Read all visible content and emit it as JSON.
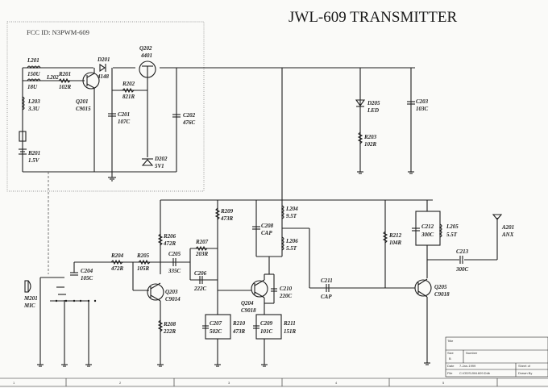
{
  "title": "JWL-609 TRANSMITTER",
  "fcc_id": "FCC ID: N3PWM-609",
  "components": {
    "L201": {
      "ref": "L201",
      "value": "150U"
    },
    "L202": {
      "ref": "L202",
      "value": "18U"
    },
    "L203": {
      "ref": "L203",
      "value": "3.3U"
    },
    "D201": {
      "ref": "D201",
      "value": "4148"
    },
    "Q202": {
      "ref": "Q202",
      "value": "4401"
    },
    "R201": {
      "ref": "R201",
      "value": "102R"
    },
    "Q201": {
      "ref": "Q201",
      "value": "C9015"
    },
    "R202": {
      "ref": "R202",
      "value": "821R"
    },
    "C201": {
      "ref": "C201",
      "value": "107C"
    },
    "C202": {
      "ref": "C202",
      "value": "476C"
    },
    "D202": {
      "ref": "D202",
      "value": "5V1"
    },
    "B201": {
      "ref": "B201",
      "value": "1.5V"
    },
    "D205": {
      "ref": "D205",
      "value": "LED"
    },
    "C203": {
      "ref": "C203",
      "value": "103C"
    },
    "R203": {
      "ref": "R203",
      "value": "102R"
    },
    "R209": {
      "ref": "R209",
      "value": "473R"
    },
    "L204": {
      "ref": "L204",
      "value": "9.5T"
    },
    "C208": {
      "ref": "C208",
      "value": "CAP"
    },
    "L206": {
      "ref": "L206",
      "value": "5.5T"
    },
    "R212": {
      "ref": "R212",
      "value": "104R"
    },
    "C212": {
      "ref": "C212",
      "value": "300C"
    },
    "L205": {
      "ref": "L205",
      "value": "5.5T"
    },
    "A201": {
      "ref": "A201",
      "value": "ANX"
    },
    "C213": {
      "ref": "C213",
      "value": "300C"
    },
    "R206": {
      "ref": "R206",
      "value": "472R"
    },
    "R207": {
      "ref": "R207",
      "value": "203R"
    },
    "C205": {
      "ref": "C205",
      "value": "335C"
    },
    "R204": {
      "ref": "R204",
      "value": "472R"
    },
    "R205": {
      "ref": "R205",
      "value": "105R"
    },
    "C204": {
      "ref": "C204",
      "value": "105C"
    },
    "C206": {
      "ref": "C206",
      "value": "222C"
    },
    "M201": {
      "ref": "M201",
      "value": "MIC"
    },
    "Q203": {
      "ref": "Q203",
      "value": "C9014"
    },
    "Q204": {
      "ref": "Q204",
      "value": "C9018"
    },
    "C210": {
      "ref": "C210",
      "value": "220C"
    },
    "C211": {
      "ref": "C211",
      "value": "CAP"
    },
    "Q205": {
      "ref": "Q205",
      "value": "C9018"
    },
    "R208": {
      "ref": "R208",
      "value": "222R"
    },
    "C207": {
      "ref": "C207",
      "value": "502C"
    },
    "R210": {
      "ref": "R210",
      "value": "473R"
    },
    "C209": {
      "ref": "C209",
      "value": "101C"
    },
    "R211": {
      "ref": "R211",
      "value": "151R"
    }
  },
  "title_block": {
    "title_label": "Title",
    "size_label": "Size",
    "size_value": "B",
    "number_label": "Number",
    "date_label": "Date",
    "date_value": "7-Jan-1999",
    "file_label": "File",
    "file_value": "C:\\ODS\\JWL609.Ddb",
    "sheet_label": "Sheet of",
    "drawn_label": "Drawn By"
  },
  "border_zones": [
    "1",
    "2",
    "3",
    "4",
    "5"
  ]
}
